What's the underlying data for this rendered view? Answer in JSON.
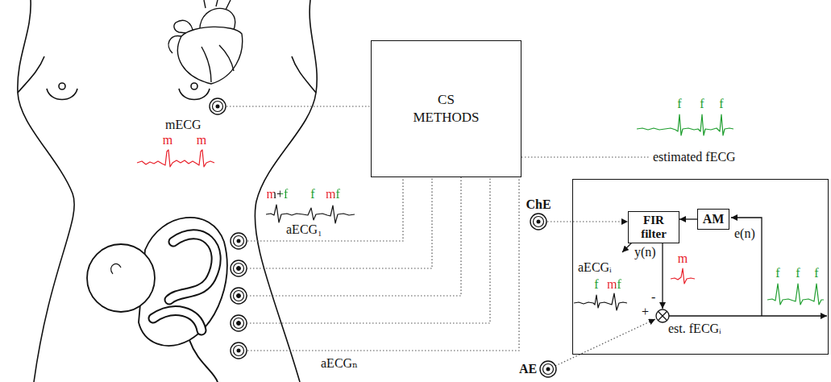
{
  "diagram": {
    "nodes": [
      {
        "text": [
          "mECG"
        ]
      },
      {
        "text": [
          "CS METHODS"
        ]
      },
      {
        "text": [
          "aECG₁"
        ]
      },
      {
        "text": [
          "ChE"
        ]
      },
      {
        "text": [
          "e(n)",
          "y(n)",
          "aECGᵢ",
          "est. fECGᵢ"
        ]
      },
      {
        "text": [
          "FIR filter"
        ],
        "in": 4
      },
      {
        "text": [
          "AM"
        ],
        "in": 4
      },
      {
        "text": [
          "aECGₙ"
        ]
      },
      {
        "text": [
          "AE"
        ]
      }
    ],
    "edges": [
      {
        "from": 0,
        "to": 1,
        "arrow": "none"
      },
      {
        "from": 2,
        "to": 1,
        "arrow": "none"
      },
      {
        "from": 7,
        "to": 1,
        "arrow": "none"
      },
      {
        "from": 3,
        "to": 5,
        "arrow": "to"
      },
      {
        "from": 6,
        "to": 5,
        "arrow": "to"
      }
    ],
    "labels": [
      "m",
      "m",
      "m+f",
      "f",
      "mf",
      "estimated fECG",
      "f",
      "f",
      "f",
      "m",
      "f",
      "mf",
      "+",
      "-",
      "f",
      "f",
      "f"
    ]
  }
}
